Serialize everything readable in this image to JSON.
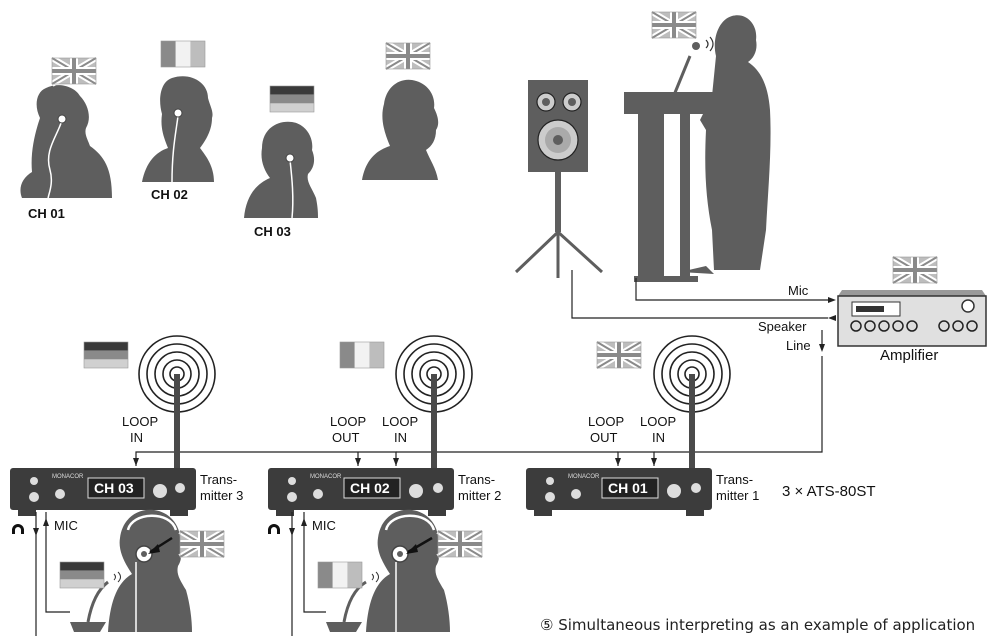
{
  "channels": {
    "ch01": "CH 01",
    "ch02": "CH 02",
    "ch03": "CH 03"
  },
  "transmitters": {
    "t3_line1": "Trans-",
    "t3_line2": "mitter 3",
    "t2_line1": "Trans-",
    "t2_line2": "mitter 2",
    "t1_line1": "Trans-",
    "t1_line2": "mitter 1",
    "model": "3 × ATS-80ST",
    "brand": "MONACOR"
  },
  "connections": {
    "loop": "LOOP",
    "in": "IN",
    "out": "OUT",
    "mic": "MIC",
    "mic_amp": "Mic",
    "speaker": "Speaker",
    "line": "Line"
  },
  "amplifier": {
    "label": "Amplifier"
  },
  "caption": "⑤ Simultaneous interpreting as an example of application",
  "flag_icons": [
    "uk-flag-icon",
    "italy-flag-icon",
    "germany-flag-icon",
    "uk-flag-icon",
    "uk-flag-icon",
    "germany-flag-icon",
    "italy-flag-icon",
    "uk-flag-icon",
    "uk-flag-icon",
    "uk-flag-icon",
    "germany-flag-icon",
    "uk-flag-icon",
    "italy-flag-icon"
  ],
  "colors": {
    "silhouette": "#5e5e5e",
    "device": "#3c3c3c",
    "flag": "#bfbfbf"
  }
}
